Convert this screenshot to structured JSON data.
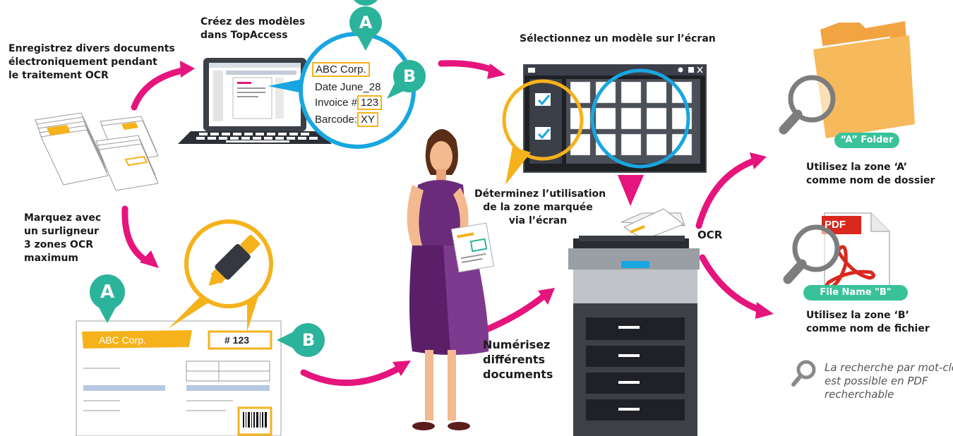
{
  "colors": {
    "magenta": "#e6147d",
    "cyan": "#19a6e0",
    "yellow": "#f5b21b",
    "teal": "#2bb39b",
    "purple": "#6a2b7a",
    "green_pill": "#39c29a",
    "pdf_red": "#d9281e"
  },
  "icons": [
    "laptop-icon",
    "document-stack-icon",
    "highlighter-icon",
    "woman-figure",
    "mfp-printer-icon",
    "folder-icon",
    "pdf-file-icon",
    "magnifier-icon",
    "marker-pin-icon"
  ],
  "captions": {
    "register": [
      "Enregistrez divers documents",
      "électroniquement pendant",
      "le traitement OCR"
    ],
    "templates": [
      "Créez des modèles",
      "dans TopAccess"
    ],
    "select": "Sélectionnez un modèle sur l’écran",
    "determine": [
      "Déterminez l’utilisation",
      "de la zone marquée",
      "via l’écran"
    ],
    "mark": [
      "Marquez avec",
      "un surligneur",
      "3 zones OCR",
      "maximum"
    ],
    "scan": [
      "Numérisez",
      "différents",
      "documents"
    ],
    "ocr": "OCR",
    "zone_a": [
      "Utilisez la zone ‘A’",
      "comme nom de dossier"
    ],
    "zone_b": [
      "Utilisez la zone ‘B’",
      "comme nom de fichier"
    ],
    "search": [
      "La recherche par mot-clé",
      "est possible en PDF",
      "recherchable"
    ]
  },
  "zoom_circle": {
    "company": "ABC Corp.",
    "date": "Date June_28",
    "invoice_prefix": "Invoice #",
    "invoice_number": "123",
    "barcode_prefix": "Barcode:",
    "barcode_value": "XY"
  },
  "markers": {
    "a": "A",
    "b": "B"
  },
  "document": {
    "company": "ABC Corp.",
    "number": "# 123"
  },
  "pills": {
    "folder": "“A” Folder",
    "file": "File Name \"B\""
  },
  "pdf_label": "PDF"
}
